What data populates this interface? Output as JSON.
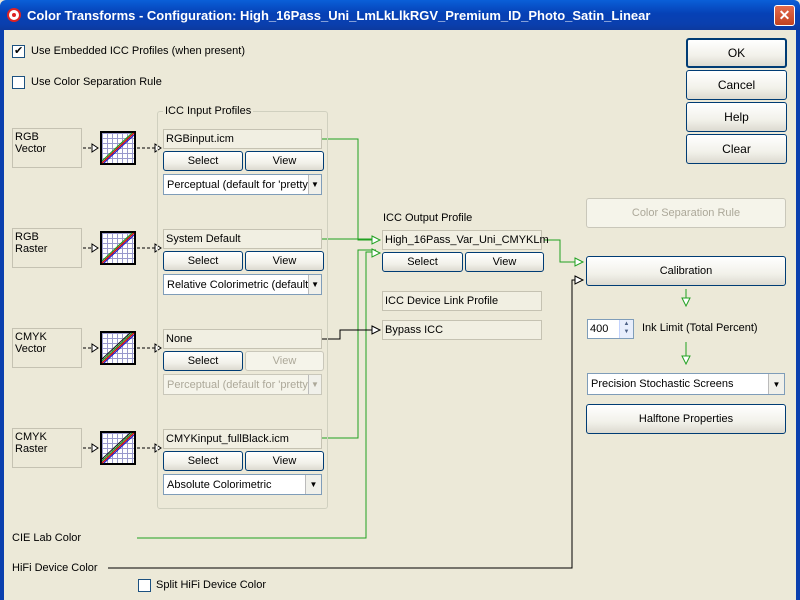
{
  "window": {
    "title": "Color Transforms - Configuration: High_16Pass_Uni_LmLkLlkRGV_Premium_ID_Photo_Satin_Linear",
    "close_glyph": "✕"
  },
  "options": {
    "use_embedded": {
      "label": "Use Embedded ICC Profiles (when present)",
      "checked": true
    },
    "use_color_sep": {
      "label": "Use Color Separation Rule",
      "checked": false
    }
  },
  "sources": [
    {
      "label": "RGB\nVector"
    },
    {
      "label": "RGB\nRaster"
    },
    {
      "label": "CMYK\nVector"
    },
    {
      "label": "CMYK\nRaster"
    }
  ],
  "input_profiles": {
    "group_label": "ICC Input Profiles",
    "rows": [
      {
        "profile": "RGBinput.icm",
        "select": "Select",
        "view": "View",
        "intent": "Perceptual (default for 'pretty",
        "view_enabled": true,
        "intent_enabled": true
      },
      {
        "profile": "System Default",
        "select": "Select",
        "view": "View",
        "intent": "Relative Colorimetric (default",
        "view_enabled": true,
        "intent_enabled": true
      },
      {
        "profile": "None",
        "select": "Select",
        "view": "View",
        "intent": "Perceptual (default for 'pretty",
        "view_enabled": false,
        "intent_enabled": false
      },
      {
        "profile": "CMYKinput_fullBlack.icm",
        "select": "Select",
        "view": "View",
        "intent": "Absolute Colorimetric",
        "view_enabled": true,
        "intent_enabled": true
      }
    ]
  },
  "output_profile": {
    "label": "ICC Output Profile",
    "value": "High_16Pass_Var_Uni_CMYKLm",
    "select": "Select",
    "view": "View"
  },
  "device_link": {
    "label": "ICC Device Link Profile",
    "bypass": "Bypass ICC"
  },
  "cie_lab": "CIE Lab Color",
  "hifi": {
    "label": "HiFi Device Color",
    "split_label": "Split HiFi Device Color",
    "split_checked": false
  },
  "right_panel": {
    "ok": "OK",
    "cancel": "Cancel",
    "help": "Help",
    "clear": "Clear",
    "color_sep_rule": "Color Separation Rule",
    "calibration": "Calibration",
    "ink_limit_value": "400",
    "ink_limit_label": "Ink Limit (Total Percent)",
    "screen": "Precision Stochastic Screens",
    "halftone": "Halftone Properties"
  },
  "colors": {
    "wire_green": "#21a121",
    "wire_black": "#000000",
    "titlebar": "#0a3fae"
  }
}
